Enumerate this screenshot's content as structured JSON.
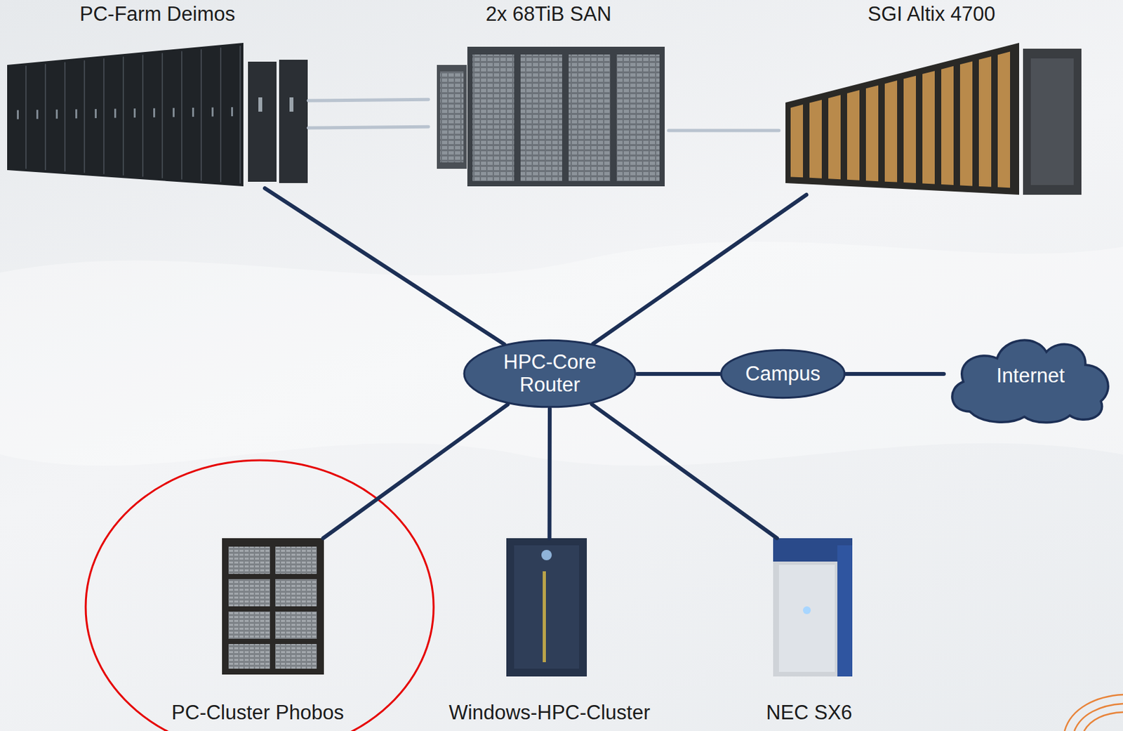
{
  "diagram": {
    "nodes": [
      {
        "text": [
          "PC-Farm Deimos"
        ]
      },
      {
        "text": [
          "2x 68TiB SAN"
        ]
      },
      {
        "text": [
          "SGI Altix 4700"
        ]
      },
      {
        "text": [
          "HPC-Core Router"
        ]
      },
      {
        "text": [
          "Campus"
        ]
      },
      {
        "text": [
          "Internet"
        ]
      },
      {
        "text": [
          "PC-Cluster Phobos"
        ]
      },
      {
        "text": [
          "Windows-HPC-Cluster"
        ]
      },
      {
        "text": [
          "NEC SX6"
        ]
      }
    ],
    "edges": [
      {
        "from": 0,
        "to": 1,
        "arrow": "none"
      },
      {
        "from": 1,
        "to": 2,
        "arrow": "none"
      },
      {
        "from": 0,
        "to": 3,
        "arrow": "none"
      },
      {
        "from": 2,
        "to": 3,
        "arrow": "none"
      },
      {
        "from": 3,
        "to": 4,
        "arrow": "none"
      },
      {
        "from": 4,
        "to": 5,
        "arrow": "none"
      },
      {
        "from": 3,
        "to": 6,
        "arrow": "none"
      },
      {
        "from": 3,
        "to": 7,
        "arrow": "none"
      },
      {
        "from": 3,
        "to": 8,
        "arrow": "none"
      }
    ]
  }
}
